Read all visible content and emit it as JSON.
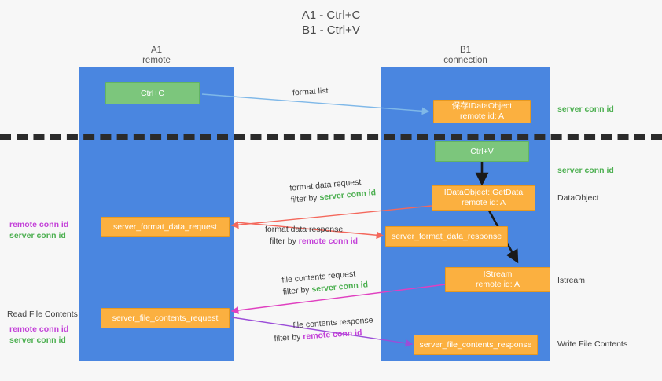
{
  "title": {
    "line1": "A1 - Ctrl+C",
    "line2": "B1 - Ctrl+V"
  },
  "lanes": [
    {
      "id": "a1",
      "name": "A1",
      "sub": "remote",
      "color": "#4a86e0"
    },
    {
      "id": "b1",
      "name": "B1",
      "sub": "connection",
      "color": "#4a86e0"
    }
  ],
  "boxes": {
    "ctrl_c": {
      "line1": "Ctrl+C",
      "line2": "",
      "color": "#7cc67c"
    },
    "save_dataobject": {
      "line1": "保存IDataObject",
      "line2": "remote id: A",
      "color": "#fbb040"
    },
    "ctrl_v": {
      "line1": "Ctrl+V",
      "line2": "",
      "color": "#7cc67c"
    },
    "getdata": {
      "line1": "IDataObject::GetData",
      "line2": "remote id: A",
      "color": "#fbb040"
    },
    "istream": {
      "line1": "IStream",
      "line2": "remote id: A",
      "color": "#fbb040"
    },
    "fmt_req": {
      "line1": "server_format_data_request",
      "line2": "",
      "color": "#fbb040"
    },
    "fmt_resp": {
      "line1": "server_format_data_response",
      "line2": "",
      "color": "#fbb040"
    },
    "file_req": {
      "line1": "server_file_contents_request",
      "line2": "",
      "color": "#fbb040"
    },
    "file_resp": {
      "line1": "server_file_contents_response",
      "line2": "",
      "color": "#fbb040"
    }
  },
  "edge_labels": {
    "format_list": {
      "line1": "format list",
      "line2_prefix": "",
      "line2_token": ""
    },
    "format_data_req": {
      "line1": "format data request",
      "line2_prefix": "filter by ",
      "line2_token": "server conn id"
    },
    "format_data_resp": {
      "line1": "format data response",
      "line2_prefix": "filter by ",
      "line2_token": "remote conn id"
    },
    "file_contents_req": {
      "line1": "file contents request",
      "line2_prefix": "filter by ",
      "line2_token": "server conn id"
    },
    "file_contents_resp": {
      "line1": "file contents response",
      "line2_prefix": "filter by ",
      "line2_token": "remote conn id"
    }
  },
  "side_notes": {
    "right_server_conn_top": "server conn id",
    "right_server_conn_mid": "server conn id",
    "right_dataobject": "DataObject",
    "right_istream": "Istream",
    "right_write_file": "Write File Contents",
    "left_read_file": "Read File Contents",
    "left_pair_mid_remote": "remote conn id",
    "left_pair_mid_server": "server conn id",
    "left_pair_bot_remote": "remote conn id",
    "left_pair_bot_server": "server conn id"
  },
  "colors": {
    "lane": "#4a86e0",
    "green_box": "#7cc67c",
    "orange_box": "#fbb040",
    "green_text": "#4caf50",
    "purple_text": "#c341d8",
    "arrow_blue": "#7fb8e8",
    "arrow_red": "#f4685c",
    "arrow_magenta": "#e040c0",
    "arrow_purple": "#9b4dd8",
    "arrow_black": "#1a1a1a",
    "divider": "#2b2b2b",
    "background": "#f7f7f7"
  }
}
